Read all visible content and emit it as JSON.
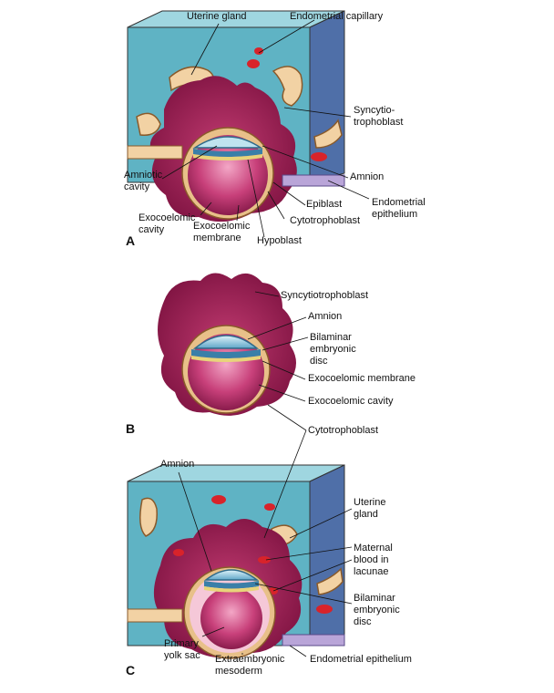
{
  "panels": {
    "A": {
      "letter": "A",
      "labels": {
        "uterine_gland": "Uterine gland",
        "endometrial_capillary": "Endometrial capillary",
        "syncytiotrophoblast": "Syncytio-\ntrophoblast",
        "amniotic_cavity": "Amniotic\ncavity",
        "amnion": "Amnion",
        "epiblast": "Epiblast",
        "endometrial_epithelium": "Endometrial\nepithelium",
        "exocoelomic_cavity": "Exocoelomic\ncavity",
        "exocoelomic_membrane": "Exocoelomic\nmembrane",
        "cytotrophoblast": "Cytotrophoblast",
        "hypoblast": "Hypoblast"
      }
    },
    "B": {
      "letter": "B",
      "labels": {
        "syncytiotrophoblast": "Syncytiotrophoblast",
        "amnion": "Amnion",
        "bilaminar_disc": "Bilaminar\nembryonic\ndisc",
        "exocoelomic_membrane": "Exocoelomic membrane",
        "exocoelomic_cavity": "Exocoelomic cavity",
        "cytotrophoblast": "Cytotrophoblast"
      }
    },
    "C": {
      "letter": "C",
      "labels": {
        "amnion": "Amnion",
        "uterine_gland": "Uterine\ngland",
        "maternal_blood": "Maternal\nblood in\nlacunae",
        "bilaminar_disc": "Bilaminar\nembryonic\ndisc",
        "primary_yolk_sac": "Primary\nyolk sac",
        "extraembryonic_mesoderm": "Extraembryonic\nmesoderm",
        "endometrial_epithelium": "Endometrial epithelium"
      }
    }
  },
  "colors": {
    "endometrium_front": "#5fb3c4",
    "endometrium_side": "#4f6fa8",
    "endometrium_top": "#8fd0dc",
    "syncytio": "#a8245a",
    "syncytio_dark": "#7d1240",
    "cytotroph": "#e8c089",
    "yolk_sac": "#c8407a",
    "yolk_sac_light": "#e27aa6",
    "amnion": "#bfe3ef",
    "epiblast": "#3a7fa8",
    "blood": "#d8232a",
    "gland": "#f2d2a4"
  }
}
